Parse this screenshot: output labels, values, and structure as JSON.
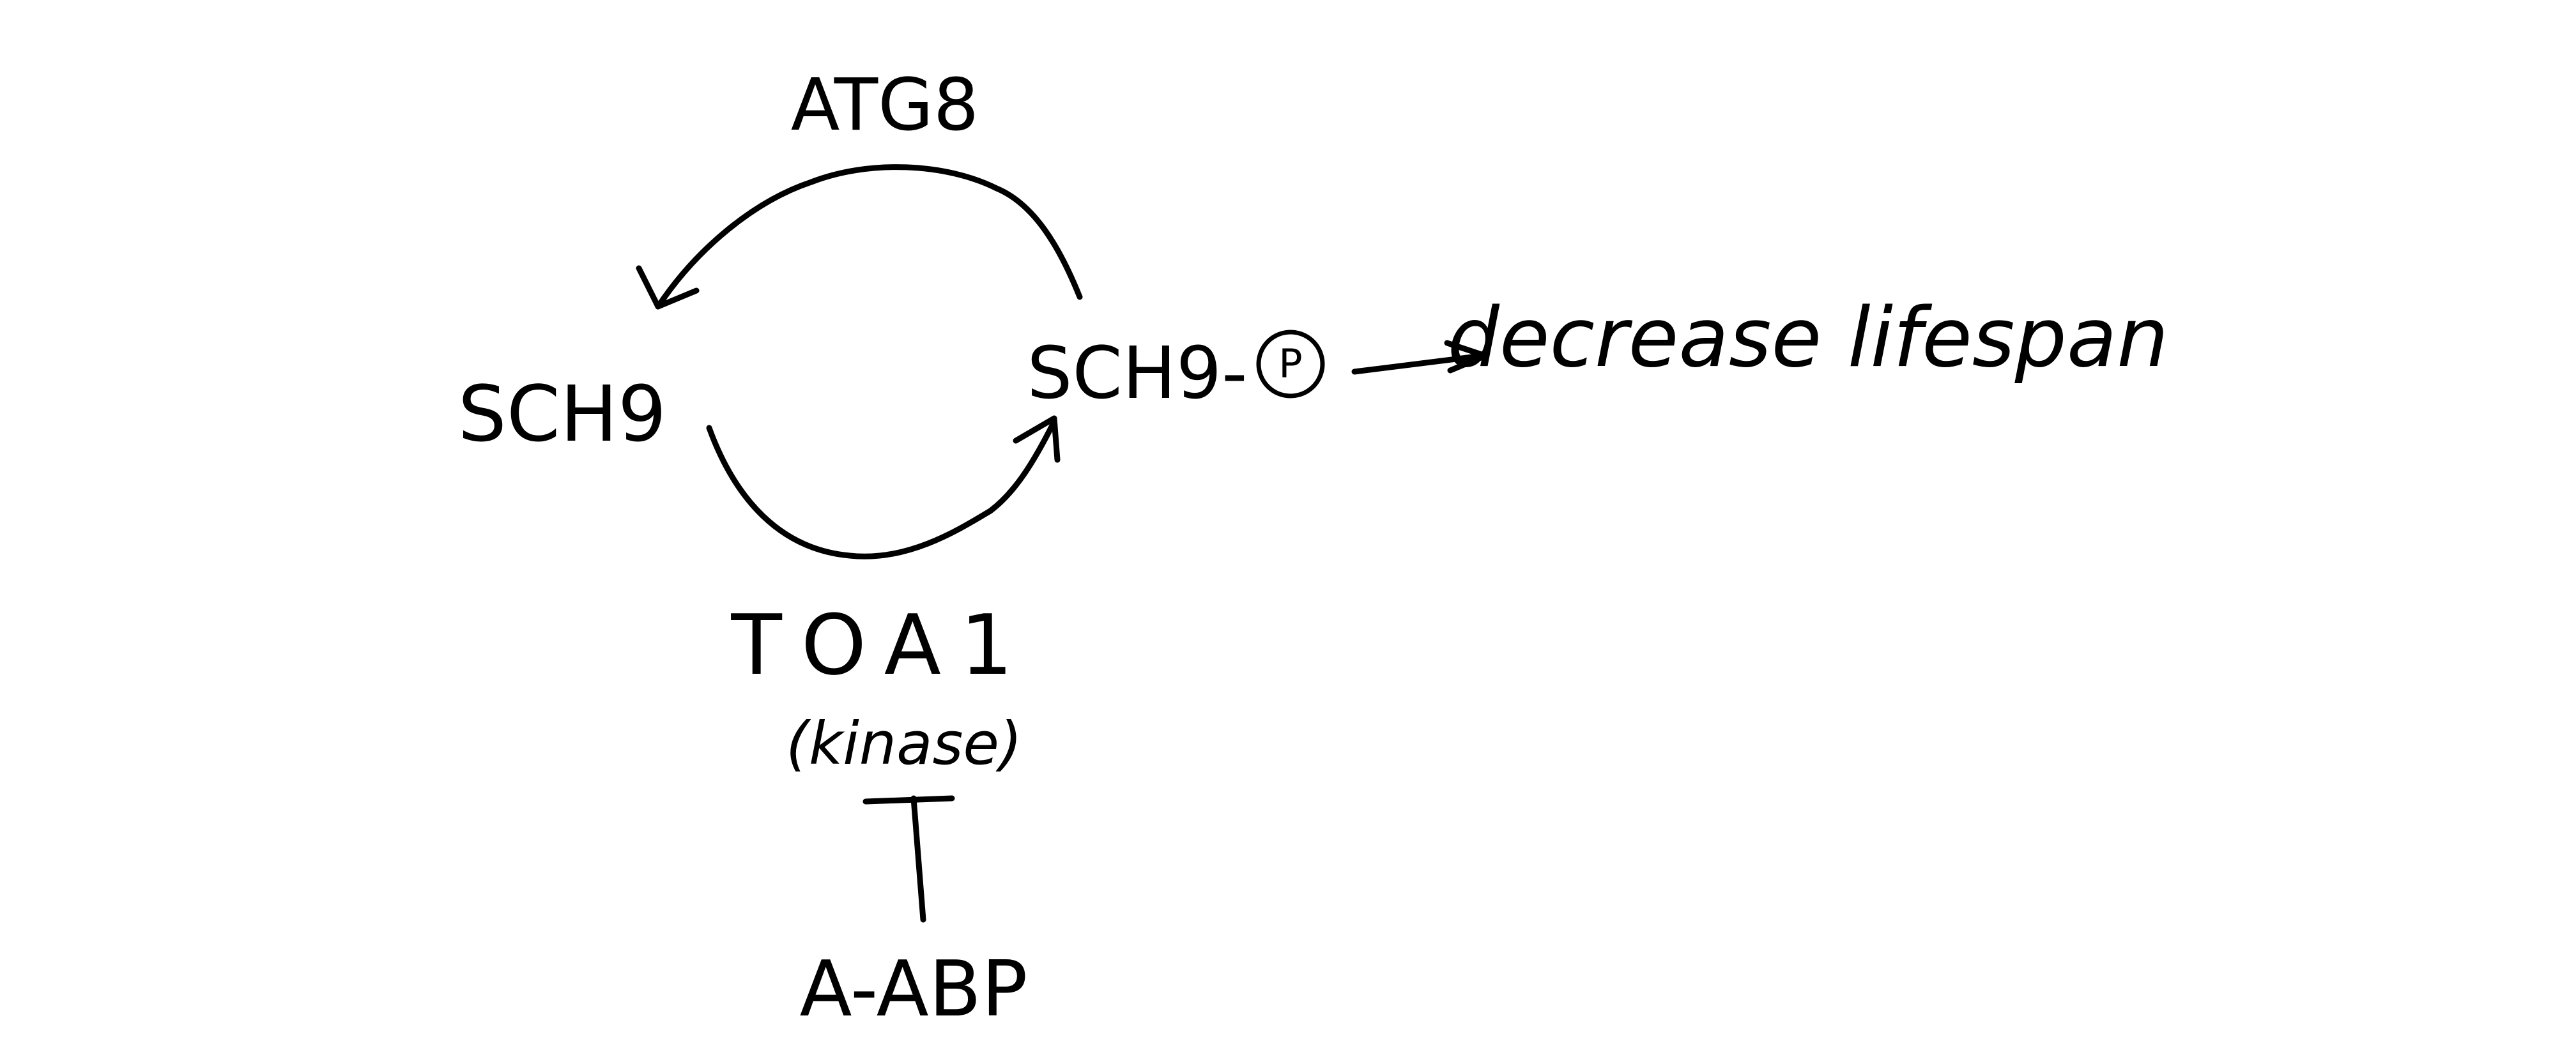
{
  "diagram": {
    "nodes": {
      "sch9": "SCH9",
      "sch9_p": "SCH9-",
      "phospho": "P",
      "atg8": "ATG8",
      "toa1": "TOA1",
      "kinase": "(kinase)",
      "a_abp": "A-ABP",
      "outcome": "decrease lifespan"
    },
    "edges": [
      {
        "from": "sch9_p",
        "to": "sch9",
        "via": "atg8",
        "type": "arrow"
      },
      {
        "from": "sch9",
        "to": "sch9_p",
        "via": "toa1",
        "type": "arrow"
      },
      {
        "from": "sch9_p",
        "to": "outcome",
        "type": "arrow"
      },
      {
        "from": "a_abp",
        "to": "toa1",
        "type": "inhibition"
      }
    ]
  }
}
